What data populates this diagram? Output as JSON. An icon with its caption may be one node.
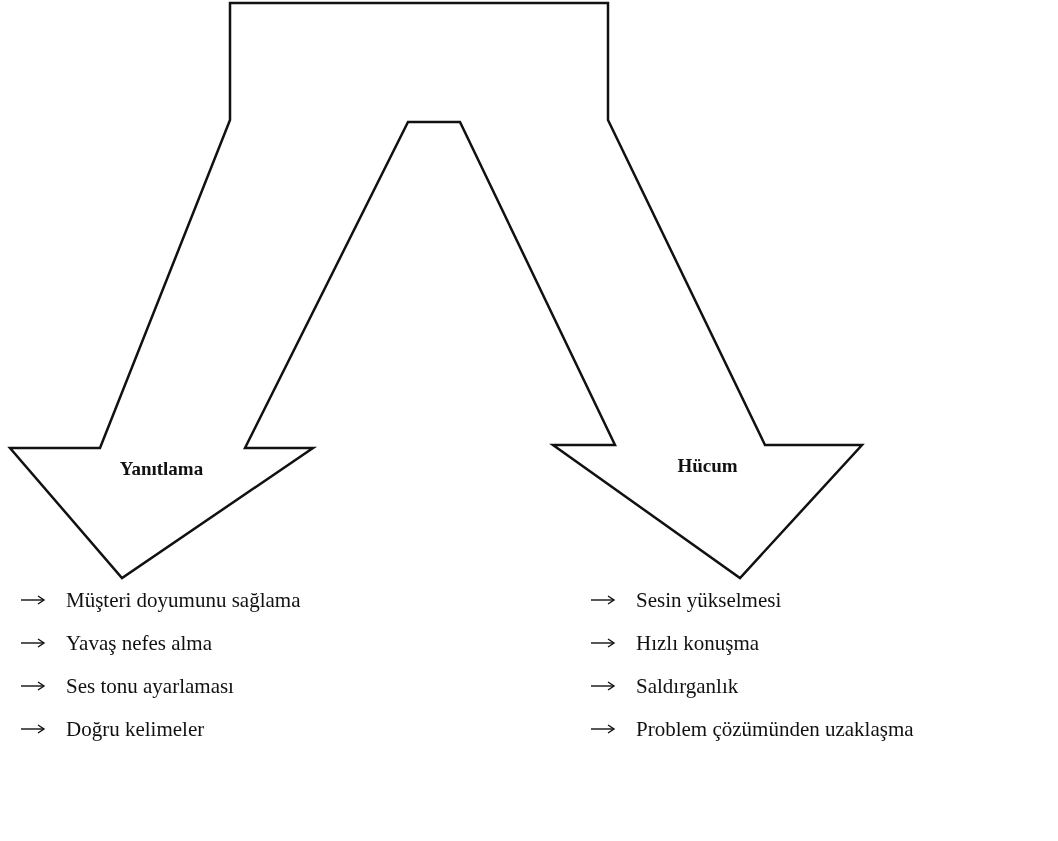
{
  "diagram": {
    "nodes": [
      {
        "text": [
          "Yanıtlama"
        ],
        "beside": [
          "Müşteri doyumunu sağlama",
          "Yavaş nefes alma",
          "Ses tonu ayarlaması",
          "Doğru kelimeler"
        ]
      },
      {
        "text": [
          "Hücum"
        ],
        "beside": [
          "Sesin yükselmesi",
          "Hızlı konuşma",
          "Saldırganlık",
          "Problem çözümünden uzaklaşma"
        ]
      }
    ]
  }
}
